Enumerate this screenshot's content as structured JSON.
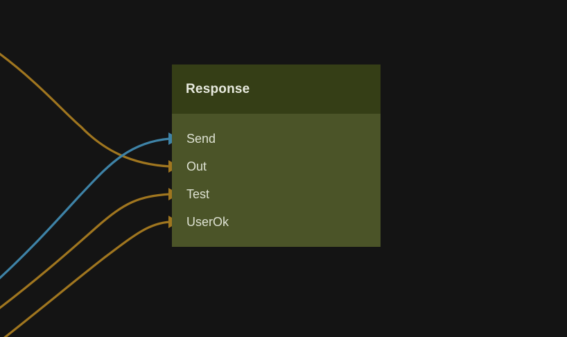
{
  "canvas": {
    "background_color": "#141414"
  },
  "node": {
    "title": "Response",
    "header_color": "#353e16",
    "body_color": "#4b5428",
    "title_text_color": "#e8eadf",
    "port_text_color": "#dde1d2",
    "ports": [
      {
        "label": "Send",
        "color": "#3e83a7"
      },
      {
        "label": "Out",
        "color": "#a0761f"
      },
      {
        "label": "Test",
        "color": "#a0761f"
      },
      {
        "label": "UserOk",
        "color": "#a0761f"
      }
    ]
  },
  "edges": [
    {
      "target_port": "Out",
      "color": "#a0761f"
    },
    {
      "target_port": "Test",
      "color": "#a0761f"
    },
    {
      "target_port": "UserOk",
      "color": "#a0761f"
    },
    {
      "target_port": "Send",
      "color": "#3e83a7"
    }
  ]
}
